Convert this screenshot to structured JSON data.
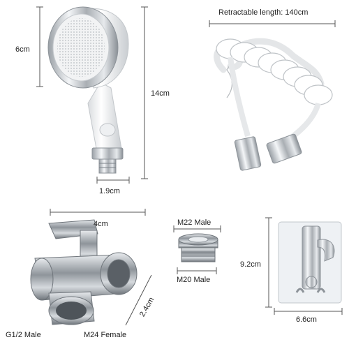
{
  "shower_head": {
    "head_diameter": "6cm",
    "total_length": "14cm",
    "thread_size": "1.9cm"
  },
  "hose": {
    "retractable_length": "Retractable length: 140cm"
  },
  "diverter_valve": {
    "width": "4cm",
    "height": "2.4cm",
    "inlet": "G1/2 Male",
    "outlet": "M24 Female"
  },
  "adapter": {
    "top_thread": "M22 Male",
    "bottom_thread": "M20  Male"
  },
  "wall_holder": {
    "height": "9.2cm",
    "width": "6.6cm"
  }
}
